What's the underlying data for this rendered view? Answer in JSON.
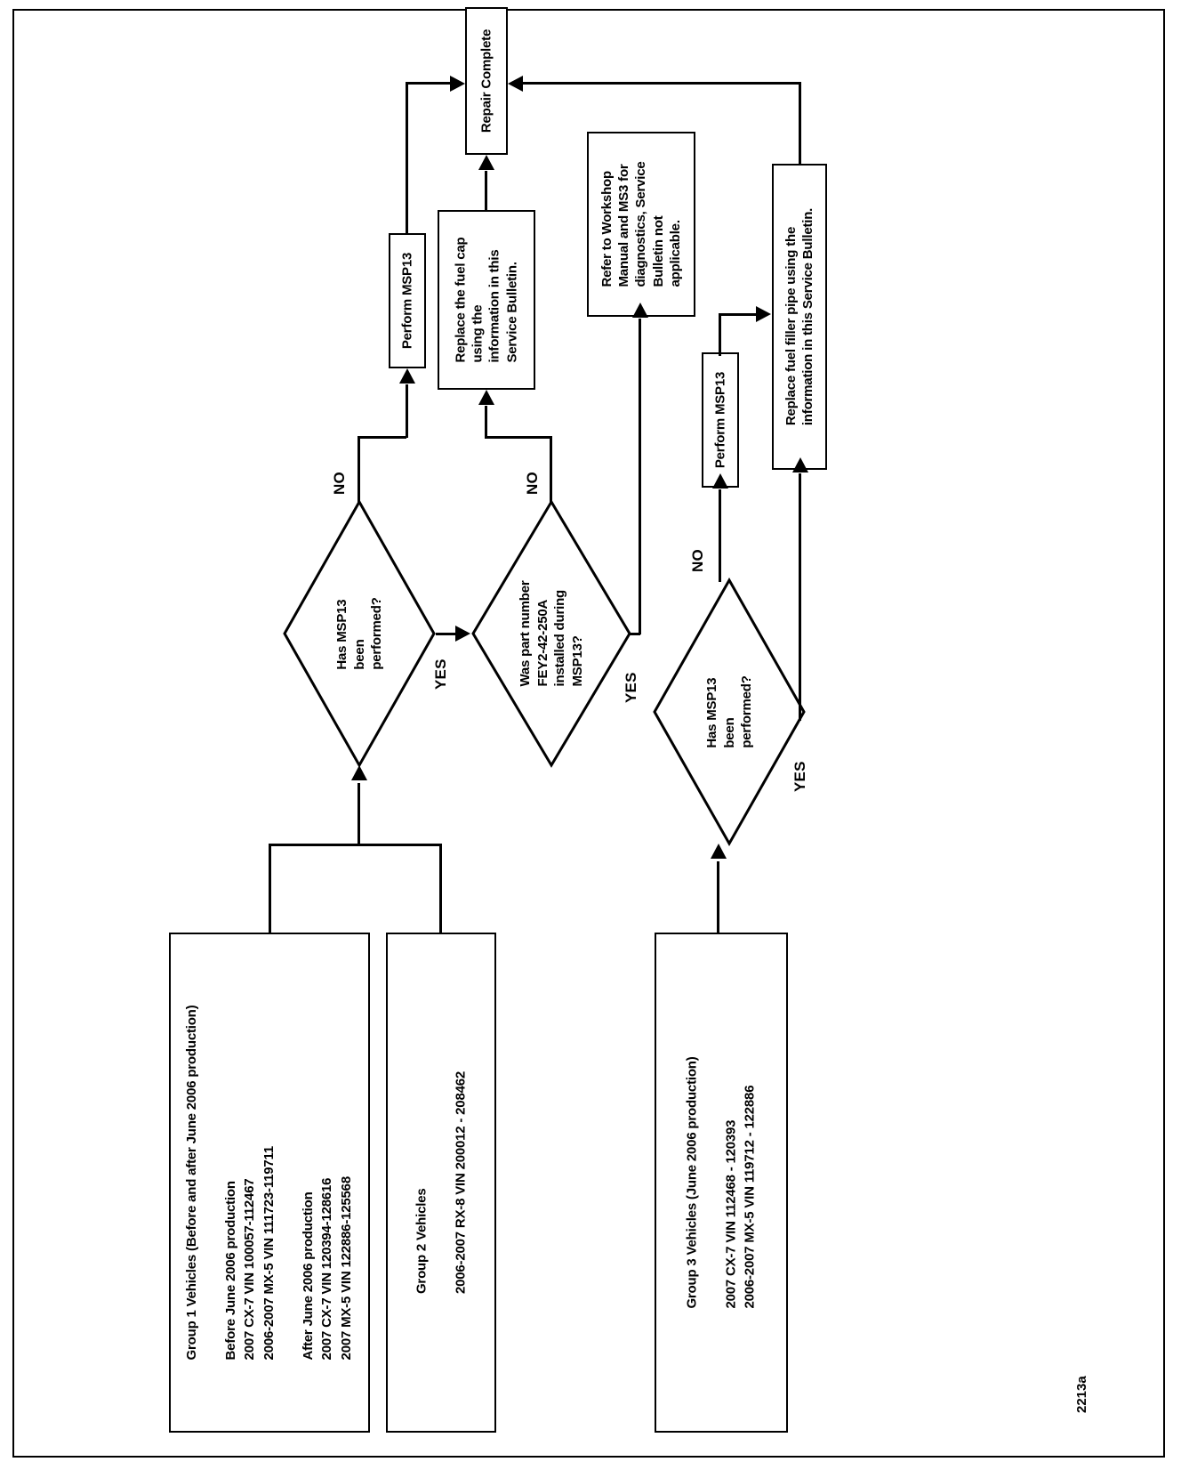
{
  "figure": {
    "id": "2213a",
    "orientation": "rotated-90-ccw",
    "type": "flowchart"
  },
  "nodes": {
    "group1": {
      "label": "Group 1 Vehicles (Before and after June 2006 production)\n\nBefore June 2006 production\n2007 CX-7 VIN 100057-112467\n2006-2007 MX-5 VIN 111723-119711\n\nAfter June 2006 production\n2007 CX-7 VIN 120394-128616\n2007 MX-5 VIN 122886-125568",
      "shape": "rect"
    },
    "group2": {
      "label": "Group 2 Vehicles\n\n2006-2007 RX-8 VIN 200012 - 208462",
      "shape": "rect"
    },
    "group3": {
      "label": "Group 3 Vehicles (June 2006 production)\n\n2007 CX-7 VIN 112468 - 120393\n2006-2007 MX-5 VIN 119712 - 122886",
      "shape": "rect"
    },
    "decision_msp13_a": {
      "label": "Has MSP13\nbeen\nperformed?",
      "shape": "diamond"
    },
    "decision_partnumber": {
      "label": "Was part number\nFEY2-42-250A\ninstalled during\nMSP13?",
      "shape": "diamond"
    },
    "decision_msp13_b": {
      "label": "Has MSP13\nbeen\nperformed?",
      "shape": "diamond"
    },
    "perform_msp13_a": {
      "label": "Perform MSP13",
      "shape": "rect"
    },
    "perform_msp13_b": {
      "label": "Perform MSP13",
      "shape": "rect"
    },
    "replace_fuel_cap": {
      "label": "Replace the fuel cap\nusing the\ninformation in this\nService Bulletin.",
      "shape": "rect"
    },
    "refer_workshop": {
      "label": "Refer to Workshop\nManual and MS3 for\ndiagnostics, Service\nBulletin not\napplicable.",
      "shape": "rect"
    },
    "replace_filler_pipe": {
      "label": "Replace fuel filler pipe using the\ninformation in this Service Bulletin.",
      "shape": "rect"
    },
    "repair_complete": {
      "label": "Repair Complete",
      "shape": "rect"
    }
  },
  "edge_labels": {
    "decision_a_no": "NO",
    "decision_a_yes": "YES",
    "decision_part_no": "NO",
    "decision_part_yes": "YES",
    "decision_b_no": "NO",
    "decision_b_yes": "YES"
  },
  "colors": {
    "stroke": "#000000",
    "background": "#ffffff",
    "text": "#000000"
  }
}
